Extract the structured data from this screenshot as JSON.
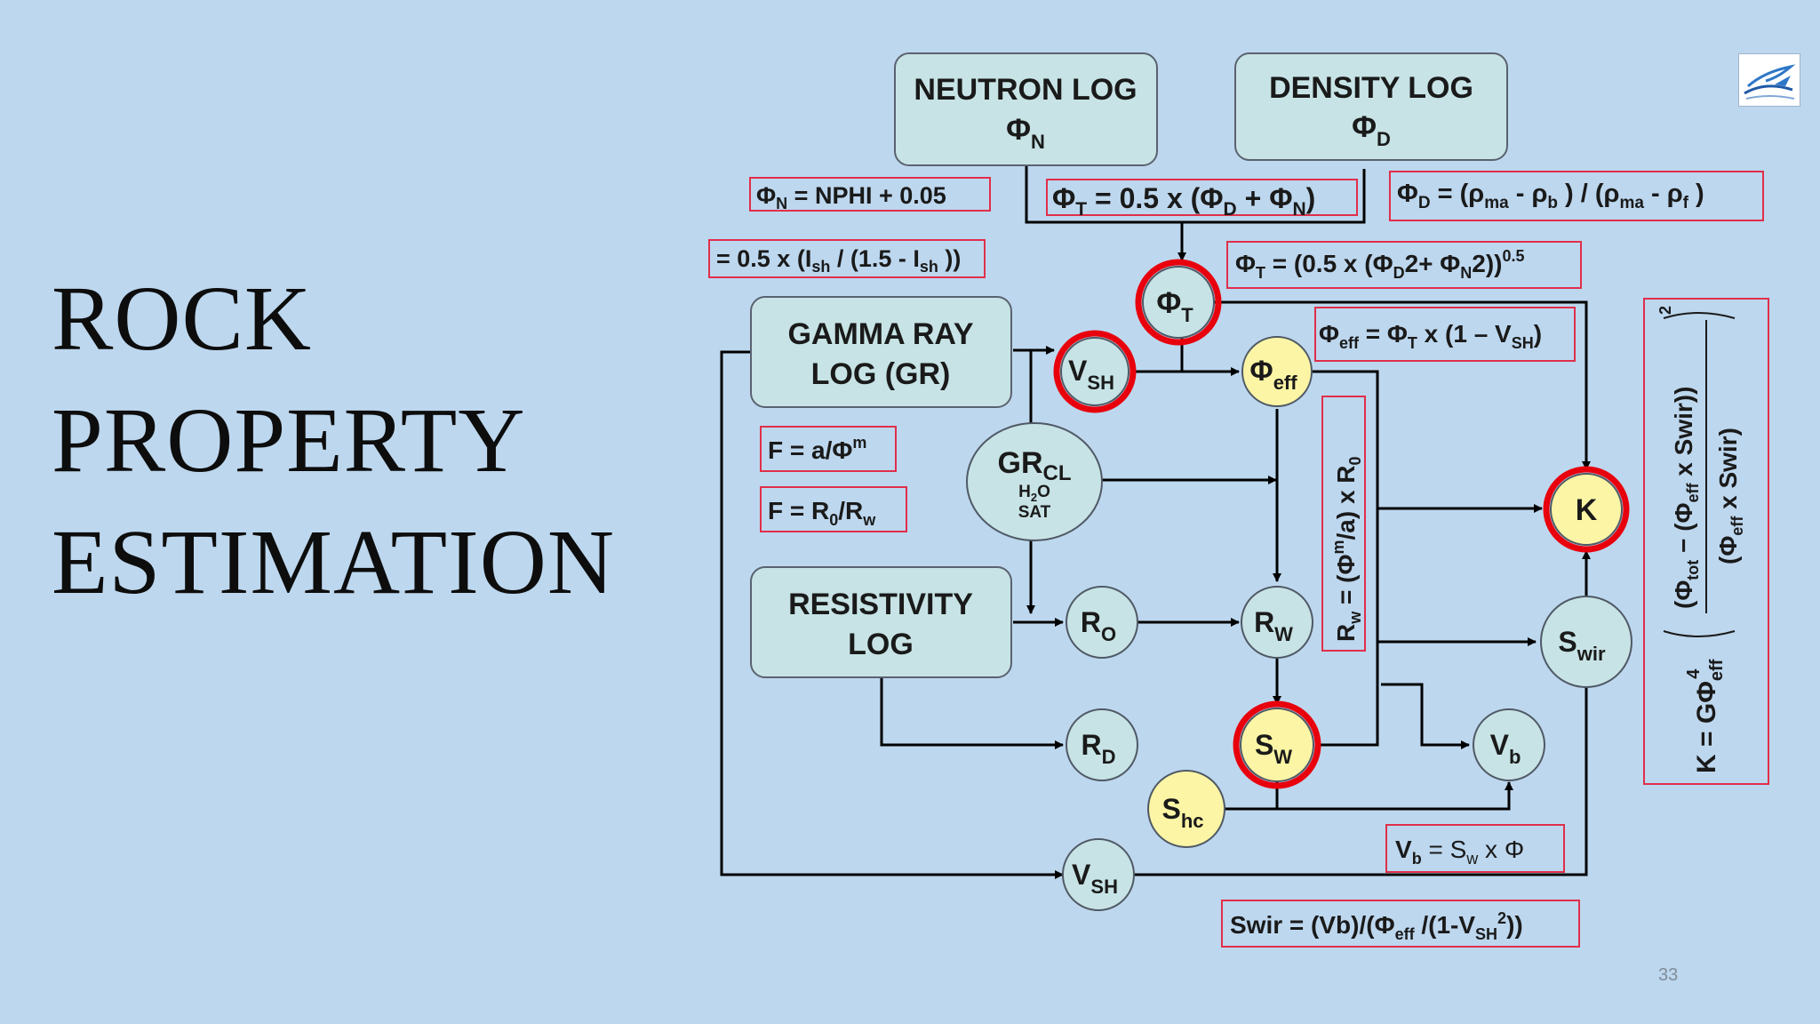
{
  "slide": {
    "title_lines": [
      "ROCK",
      "PROPERTY",
      "ESTIMATION"
    ],
    "page_number": "33",
    "logo_icon": "seabird-logo-icon"
  },
  "boxes": {
    "neutron": {
      "line1": "NEUTRON LOG",
      "sym": "Φ",
      "sub": "N"
    },
    "density": {
      "line1": "DENSITY LOG",
      "sym": "Φ",
      "sub": "D"
    },
    "gamma": {
      "line1": "GAMMA RAY",
      "line2": "LOG (GR)"
    },
    "resistivity": {
      "line1": "RESISTIVITY",
      "line2": "LOG"
    }
  },
  "nodes": {
    "phi_t": {
      "main": "Φ",
      "sub": "T"
    },
    "vsh_top": {
      "main": "V",
      "sub": "SH"
    },
    "phi_eff": {
      "main": "Φ",
      "sub": "eff"
    },
    "grcl": {
      "main": "GR",
      "sub": "CL",
      "line2": "H",
      "line2_sub": "2",
      "line2_rest": "O",
      "line3": "SAT"
    },
    "ro": {
      "main": "R",
      "sub": "O"
    },
    "rw": {
      "main": "R",
      "sub": "W"
    },
    "k": {
      "main": "K"
    },
    "swir": {
      "main": "S",
      "sub": "wir"
    },
    "rd": {
      "main": "R",
      "sub": "D"
    },
    "sw": {
      "main": "S",
      "sub": "W"
    },
    "vb": {
      "main": "V",
      "sub": "b"
    },
    "shc": {
      "main": "S",
      "sub": "hc"
    },
    "vsh_bottom": {
      "main": "V",
      "sub": "SH"
    }
  },
  "formulas": {
    "phi_n": {
      "a": "Φ",
      "a_sub": "N",
      "b": " = NPHI + 0.05"
    },
    "ish": {
      "a": "= 0.5 x (I",
      "a_sub": "sh",
      "b": " / (1.5 - I",
      "b_sub": "sh",
      "c": " ))"
    },
    "phi_t_avg": {
      "a": "Φ",
      "a_sub": "T",
      "b": " = 0.5 x (Φ",
      "b_sub": "D",
      "c": " + Φ",
      "c_sub": "N",
      "d": ")"
    },
    "phi_d": {
      "a": "Φ",
      "a_sub": "D",
      "b": " = (ρ",
      "b_sub": "ma",
      "c": " - ρ",
      "c_sub": "b",
      "d": " ) / (ρ",
      "d_sub": "ma",
      "e": " - ρ",
      "e_sub": "f",
      "f": " )"
    },
    "phi_t_rms": {
      "a": "Φ",
      "a_sub": "T",
      "b": " = (0.5 x (Φ",
      "b_sub": "D",
      "c": "2+ Φ",
      "c_sub": "N",
      "d": "2))",
      "d_sup": "0.5"
    },
    "phi_eff": {
      "a": "Φ",
      "a_sub": "eff",
      "b": " = Φ",
      "b_sub": "T",
      "c": " x (1 – V",
      "c_sub": "SH",
      "d": ")"
    },
    "f_archie": {
      "a": "F = a/Φ",
      "a_sup": "m"
    },
    "f_ratio": {
      "a": "F = R",
      "a_sub": "0",
      "b": "/R",
      "b_sub": "w"
    },
    "rw_vertical": {
      "a": "R",
      "a_sub": "w",
      "b": " = (Φ",
      "b_sup": "m",
      "c": "/a) x R",
      "c_sub": "0"
    },
    "vb": {
      "a": "V",
      "a_sub": "b",
      "b": " =  S",
      "b_sub": "w",
      "c": " x Φ"
    },
    "swir": {
      "a": "Swir = (Vb)/(Φ",
      "a_sub": "eff",
      "b": " /(1-V",
      "b_sub": "SH",
      "b_sup": "2",
      "c": "))"
    },
    "k": {
      "lhs": "K = GΦ",
      "lhs_sub": "eff",
      "lhs_sup": "4",
      "num_a": "(Φ",
      "num_a_sub": "tot",
      "num_b": " − (Φ",
      "num_b_sub": "eff",
      "num_c": " x Swir))",
      "den_a": "(Φ",
      "den_a_sub": "eff",
      "den_b": " x Swir)",
      "exp": "2"
    }
  },
  "colors": {
    "background": "#bdd7ee",
    "box_fill": "#c7e3e5",
    "highlight_fill": "#fbf5a5",
    "highlight_ring": "#e8000d",
    "formula_border": "#e02f4a"
  }
}
